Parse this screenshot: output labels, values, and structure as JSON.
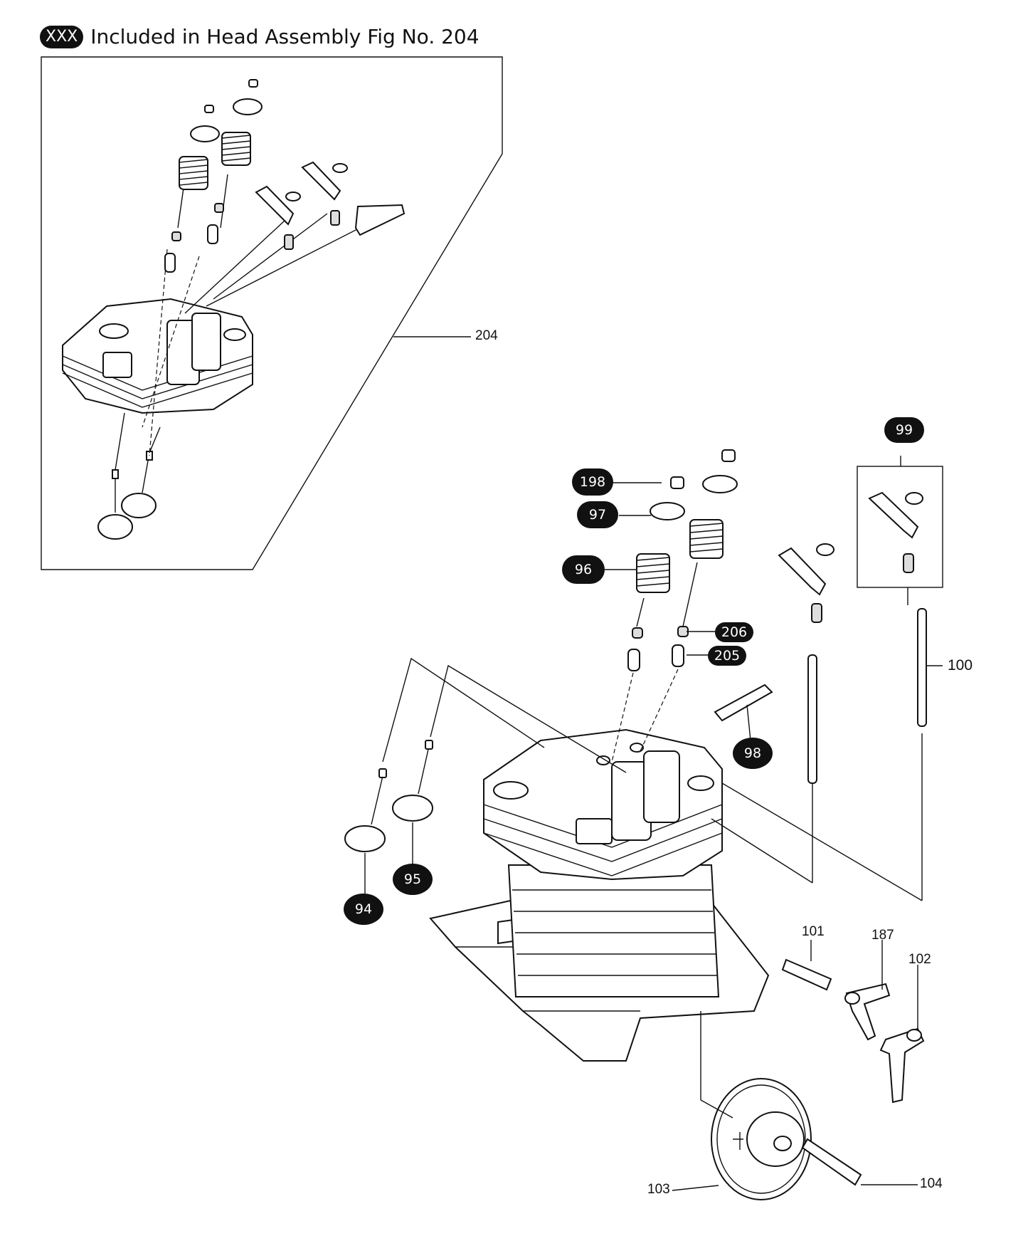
{
  "legend": {
    "pill": "XXX",
    "text": "Included in Head Assembly Fig No. 204"
  },
  "labels": {
    "p204": "204",
    "p100": "100",
    "p101": "101",
    "p187": "187",
    "p102": "102",
    "p103": "103",
    "p104": "104"
  },
  "badges": {
    "p99": "99",
    "p198": "198",
    "p97": "97",
    "p96": "96",
    "p206": "206",
    "p205": "205",
    "p98": "98",
    "p94": "94",
    "p95": "95"
  }
}
